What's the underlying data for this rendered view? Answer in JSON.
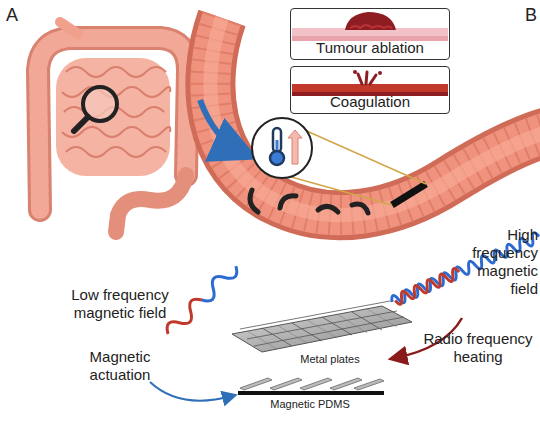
{
  "diagram": {
    "nodes": [
      {
        "text": [
          "Tumour ablation"
        ]
      },
      {
        "text": [
          "Coagulation"
        ]
      }
    ],
    "labels": [
      "A",
      "B",
      "High frequency magnetic field",
      "Low frequency magnetic field",
      "Magnetic actuation",
      "Radio frequency heating",
      "Metal plates",
      "Magnetic PDMS"
    ]
  }
}
